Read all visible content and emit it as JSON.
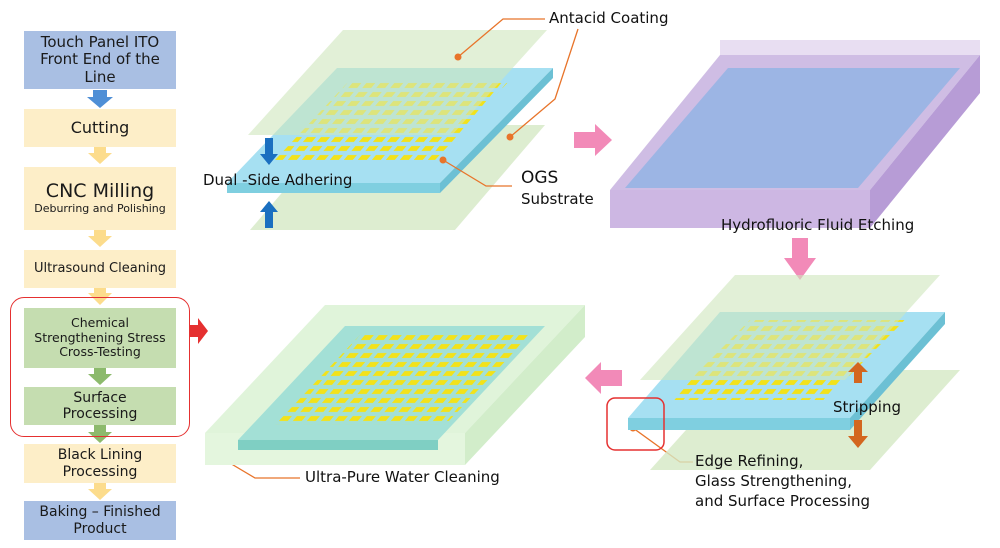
{
  "flow": {
    "steps": [
      {
        "text": "Touch Panel ITO Front End of the Line"
      },
      {
        "text": "Cutting"
      },
      {
        "title": "CNC Milling",
        "sub": "Deburring and Polishing"
      },
      {
        "text": "Ultrasound Cleaning"
      },
      {
        "text": "Chemical Strengthening Stress Cross-Testing"
      },
      {
        "text": "Surface Processing"
      },
      {
        "text": "Black Lining Processing"
      },
      {
        "text": "Baking – Finished Product"
      }
    ]
  },
  "labels": {
    "antacid": "Antacid Coating",
    "dual": "Dual -Side Adhering",
    "ogs": "OGS",
    "substrate": "Substrate",
    "hf": "Hydrofluoric Fluid Etching",
    "stripping": "Stripping",
    "edge1": "Edge Refining,",
    "edge2": "Glass Strengthening,",
    "edge3": "and Surface Processing",
    "upw": "Ultra-Pure Water Cleaning"
  },
  "colors": {
    "accent_red": "#e53030",
    "pink_arrow": "#f28ab8",
    "leader": "#e8742a"
  }
}
